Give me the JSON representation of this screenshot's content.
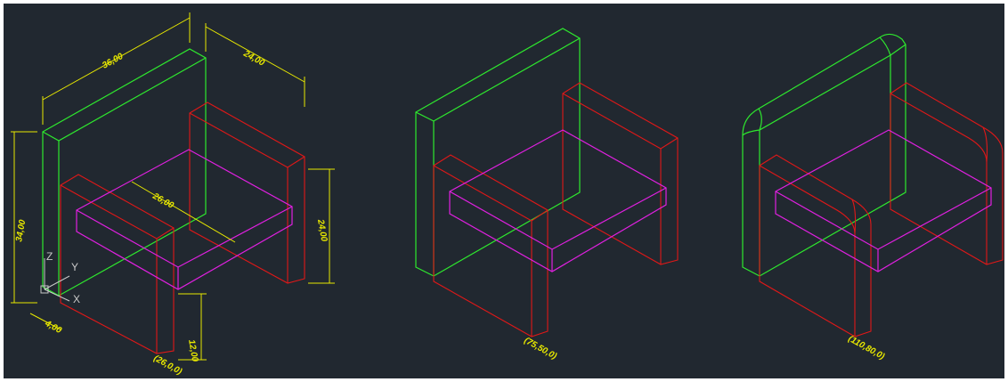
{
  "dimensions": {
    "width_top": "36,00",
    "depth_top": "24,00",
    "height_left": "34,00",
    "height_right": "24,00",
    "seat_depth": "26,00",
    "leg_width": "4,00",
    "leg_height": "12,00"
  },
  "points": {
    "chair1": "(26,0,0)",
    "chair2": "(75,50,0)",
    "chair3": "(110,80,0)"
  },
  "ucs": {
    "z": "Z",
    "y": "Y",
    "x": "X"
  },
  "colors": {
    "background": "#212830",
    "green": "#2ee82e",
    "red": "#e01818",
    "magenta": "#e020e0",
    "yellow": "#e8e800"
  }
}
